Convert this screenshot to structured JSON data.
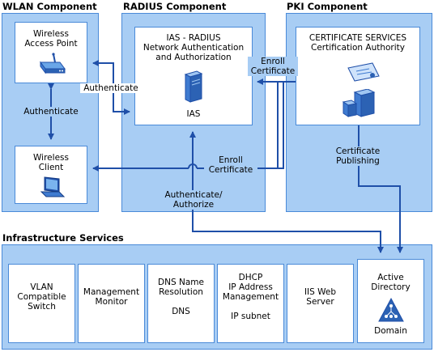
{
  "components": {
    "wlan": "WLAN Component",
    "radius": "RADIUS Component",
    "pki": "PKI Component",
    "infra": "Infrastructure Services"
  },
  "wlan": {
    "access_point": [
      "Wireless",
      "Access Point"
    ],
    "client": [
      "Wireless",
      "Client"
    ],
    "authenticate_vertical": "Authenticate"
  },
  "radius": {
    "title": [
      "IAS - RADIUS",
      "Network Authentication",
      "and Authorization"
    ],
    "server_label": "IAS"
  },
  "pki": {
    "title": [
      "CERTIFICATE SERVICES",
      "Certification Authority"
    ]
  },
  "connectors": {
    "authenticate": "Authenticate",
    "enroll_top": [
      "Enroll",
      "Certificate"
    ],
    "enroll_bottom": [
      "Enroll",
      "Certificate"
    ],
    "auth_authorize": [
      "Authenticate/",
      "Authorize"
    ],
    "cert_publishing": [
      "Certificate",
      "Publishing"
    ]
  },
  "infra": {
    "vlan_switch": [
      "VLAN",
      "Compatible",
      "Switch"
    ],
    "mgmt_monitor": [
      "Management",
      "Monitor"
    ],
    "dns": [
      "DNS Name",
      "Resolution",
      "",
      "DNS"
    ],
    "dhcp": [
      "DHCP",
      "IP Address",
      "Management",
      "",
      "IP subnet"
    ],
    "iis": [
      "IIS Web",
      "Server"
    ],
    "ad": [
      "Active",
      "Directory"
    ],
    "domain": "Domain"
  },
  "colors": {
    "panel": "#a8cdf4",
    "border": "#4a8ad8",
    "arrow": "#1f4fa8"
  }
}
